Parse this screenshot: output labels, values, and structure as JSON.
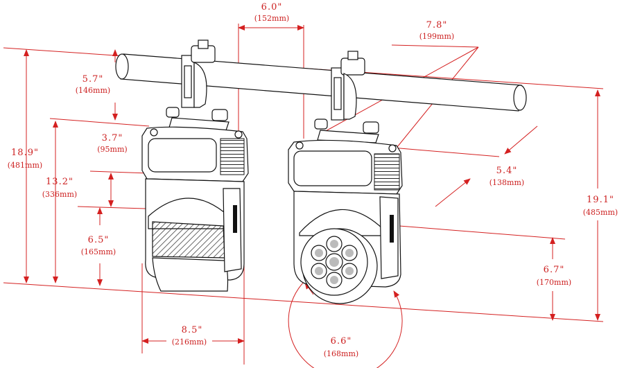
{
  "diagram": {
    "dimensions": [
      {
        "id": "top_width",
        "value": "6.0\"",
        "metric": "(152mm)"
      },
      {
        "id": "diag_depth",
        "value": "7.8\"",
        "metric": "(199mm)"
      },
      {
        "id": "clamp_height",
        "value": "5.7\"",
        "metric": "(146mm)"
      },
      {
        "id": "base_height",
        "value": "3.7\"",
        "metric": "(95mm)"
      },
      {
        "id": "overall_left",
        "value": "18.9\"",
        "metric": "(481mm)"
      },
      {
        "id": "body_height",
        "value": "13.2\"",
        "metric": "(336mm)"
      },
      {
        "id": "head_height",
        "value": "6.5\"",
        "metric": "(165mm)"
      },
      {
        "id": "base_depth",
        "value": "5.4\"",
        "metric": "(138mm)"
      },
      {
        "id": "overall_right",
        "value": "19.1\"",
        "metric": "(485mm)"
      },
      {
        "id": "lens_height",
        "value": "6.7\"",
        "metric": "(170mm)"
      },
      {
        "id": "width_bottom",
        "value": "8.5\"",
        "metric": "(216mm)"
      },
      {
        "id": "head_diameter",
        "value": "6.6\"",
        "metric": "(168mm)"
      }
    ]
  }
}
